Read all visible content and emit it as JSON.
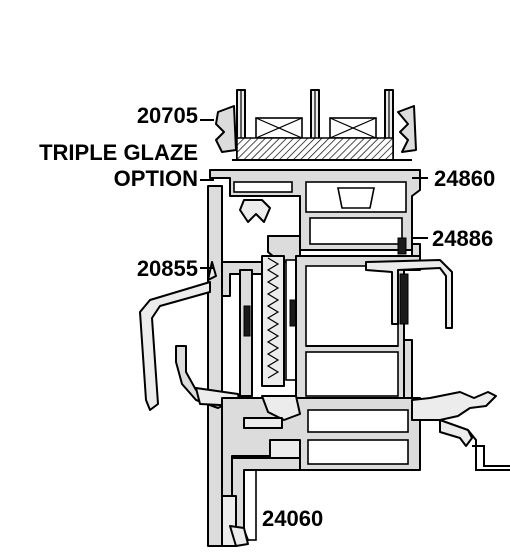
{
  "labels": {
    "top_code": "20705",
    "triple_glaze_line1": "TRIPLE GLAZE",
    "triple_glaze_line2": "OPTION",
    "right_upper_code": "24860",
    "right_lower_code": "24886",
    "left_code": "20855",
    "bottom_code": "24060"
  },
  "colors": {
    "profile_fill": "#dcdcdc",
    "outline": "#000000"
  }
}
